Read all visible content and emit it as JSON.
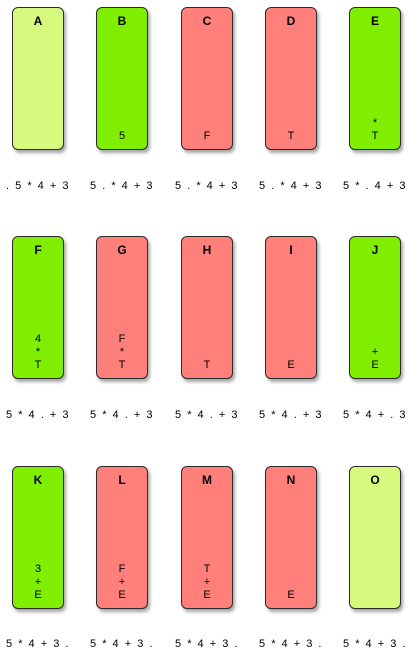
{
  "colors": {
    "green": "#80ee00",
    "red": "#ff7f7b",
    "lightgreen": "#d5fa7e"
  },
  "rows": [
    {
      "cards": [
        {
          "letter": "A",
          "color": "lightgreen",
          "stack": [],
          "caption": ". 5 * 4 + 3"
        },
        {
          "letter": "B",
          "color": "green",
          "stack": [
            "5"
          ],
          "caption": "5 . * 4 + 3"
        },
        {
          "letter": "C",
          "color": "red",
          "stack": [
            "F"
          ],
          "caption": "5 . * 4 + 3"
        },
        {
          "letter": "D",
          "color": "red",
          "stack": [
            "T"
          ],
          "caption": "5 . * 4 + 3"
        },
        {
          "letter": "E",
          "color": "green",
          "stack": [
            "*",
            "T"
          ],
          "caption": "5 * . 4 + 3"
        }
      ]
    },
    {
      "cards": [
        {
          "letter": "F",
          "color": "green",
          "stack": [
            "4",
            "*",
            "T"
          ],
          "caption": "5 * 4 . + 3"
        },
        {
          "letter": "G",
          "color": "red",
          "stack": [
            "F",
            "*",
            "T"
          ],
          "caption": "5 * 4 . + 3"
        },
        {
          "letter": "H",
          "color": "red",
          "stack": [
            "T"
          ],
          "caption": "5 * 4 . + 3"
        },
        {
          "letter": "I",
          "color": "red",
          "stack": [
            "E"
          ],
          "caption": "5 * 4 . + 3"
        },
        {
          "letter": "J",
          "color": "green",
          "stack": [
            "+",
            "E"
          ],
          "caption": "5 * 4 + . 3"
        }
      ]
    },
    {
      "cards": [
        {
          "letter": "K",
          "color": "green",
          "stack": [
            "3",
            "+",
            "E"
          ],
          "caption": "5 * 4 + 3 ."
        },
        {
          "letter": "L",
          "color": "red",
          "stack": [
            "F",
            "+",
            "E"
          ],
          "caption": "5 * 4 + 3 ."
        },
        {
          "letter": "M",
          "color": "red",
          "stack": [
            "T",
            "+",
            "E"
          ],
          "caption": "5 * 4 + 3 ."
        },
        {
          "letter": "N",
          "color": "red",
          "stack": [
            "E"
          ],
          "caption": "5 * 4 + 3 ."
        },
        {
          "letter": "O",
          "color": "lightgreen",
          "stack": [],
          "caption": "5 * 4 + 3 ."
        }
      ]
    }
  ]
}
